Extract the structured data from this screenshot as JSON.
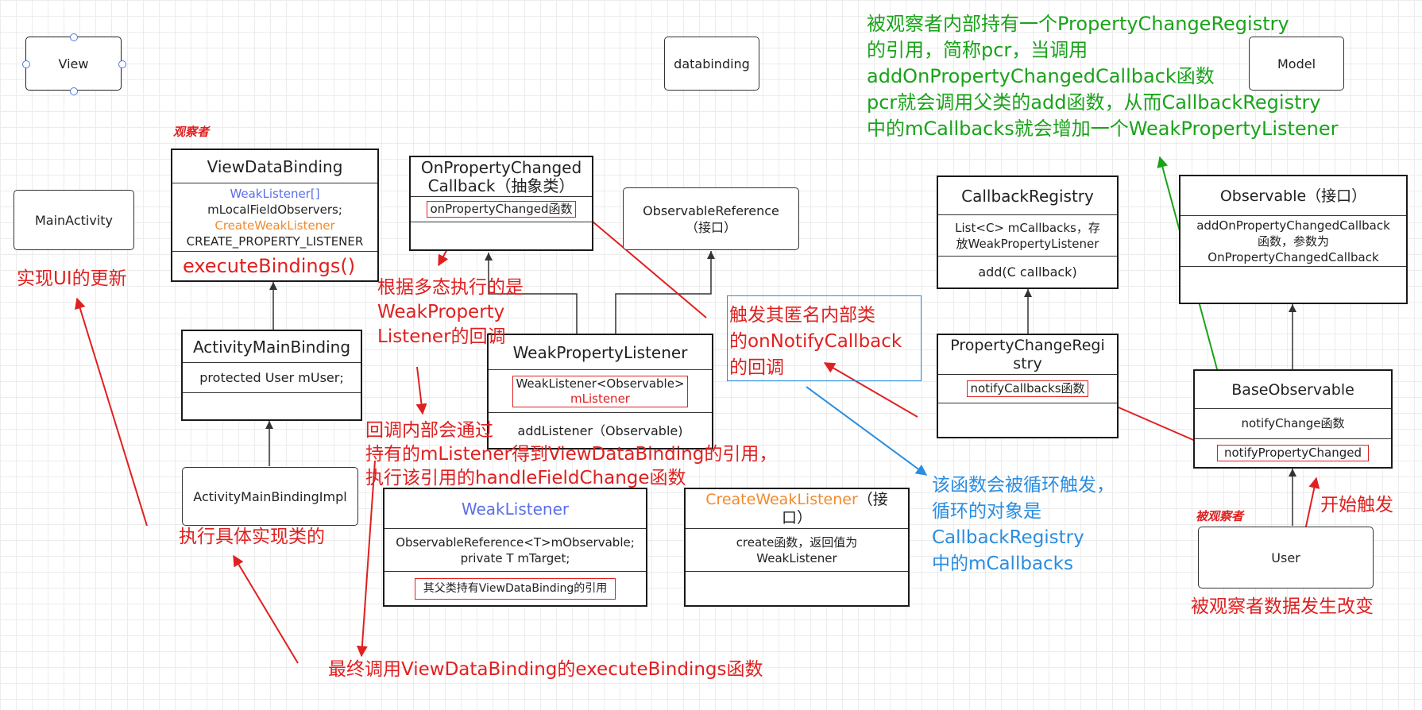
{
  "shapes": {
    "view": "View",
    "databinding": "databinding",
    "model": "Model",
    "main_activity": "MainActivity",
    "observable_reference_title": "ObservableReference",
    "observable_reference_sub": "（接口）",
    "activity_main_binding_impl": "ActivityMainBindingImpl",
    "user": "User"
  },
  "labels": {
    "observer": "观察者",
    "observed": "被观察者"
  },
  "classes": {
    "view_data_binding": {
      "title": "ViewDataBinding",
      "field1": "WeakListener[]",
      "field2": "mLocalFieldObservers;",
      "field3": "CreateWeakListener",
      "field4": "CREATE_PROPERTY_LISTENER",
      "method": "executeBindings()"
    },
    "on_property_changed_callback": {
      "title_line1": "OnPropertyChanged",
      "title_line2": "Callback（抽象类）",
      "method": "onPropertyChanged函数"
    },
    "activity_main_binding": {
      "title": "ActivityMainBinding",
      "field": "protected User mUser;"
    },
    "weak_property_listener": {
      "title": "WeakPropertyListener",
      "field_line1": "WeakListener<Observable>",
      "field_line2": "mListener",
      "method": "addListener（Observable)"
    },
    "weak_listener": {
      "title": "WeakListener",
      "field_line1": "ObservableReference<T>mObservable;",
      "field_line2": "private T mTarget;",
      "method": "其父类持有ViewDataBinding的引用"
    },
    "create_weak_listener": {
      "title_colored": "CreateWeakListener",
      "title_rest": "（接",
      "title_line2": "口）",
      "method_line1": "create函数，返回值为",
      "method_line2": "WeakListener"
    },
    "callback_registry": {
      "title": "CallbackRegistry",
      "field_line1": "List<C> mCallbacks，存",
      "field_line2": "放WeakPropertyListener",
      "method": "add(C callback)"
    },
    "property_change_registry": {
      "title_line1": "PropertyChangeRegi",
      "title_line2": "stry",
      "method": "notifyCallbacks函数"
    },
    "observable": {
      "title": "Observable（接口）",
      "method_line1": "addOnPropertyChangedCallback",
      "method_line2": "函数，参数为",
      "method_line3": "OnPropertyChangedCallback"
    },
    "base_observable": {
      "title": "BaseObservable",
      "method1": "notifyChange函数",
      "method2": "notifyPropertyChanged"
    }
  },
  "notes": {
    "green": [
      "被观察者内部持有一个PropertyChangeRegistry",
      "的引用，简称pcr，当调用",
      "addOnPropertyChangedCallback函数",
      "pcr就会调用父类的add函数，从而CallbackRegistry",
      "中的mCallbacks就会增加一个WeakPropertyListener"
    ],
    "ui_update": "实现UI的更新",
    "polymorphism": [
      "根据多态执行的是",
      "WeakProperty",
      "Listener的回调"
    ],
    "callback_inner": [
      "回调内部会通过",
      "持有的mListener得到ViewDataBinding的引用，",
      "执行该引用的handleFieldChange函数"
    ],
    "exec_impl": "执行具体实现类的",
    "final": "最终调用ViewDataBinding的executeBindings函数",
    "trigger_anon": [
      "触发其匿名内部类",
      "的onNotifyCallback",
      "的回调"
    ],
    "loop": [
      "该函数会被循环触发，",
      "循环的对象是",
      "CallbackRegistry",
      "中的mCallbacks"
    ],
    "start": "开始触发",
    "data_change": "被观察者数据发生改变"
  },
  "colors": {
    "red": "#e02020",
    "green": "#1aa31a",
    "blue": "#2a8de0",
    "purple_blue": "#5a6fe8",
    "orange": "#f28a2e"
  }
}
